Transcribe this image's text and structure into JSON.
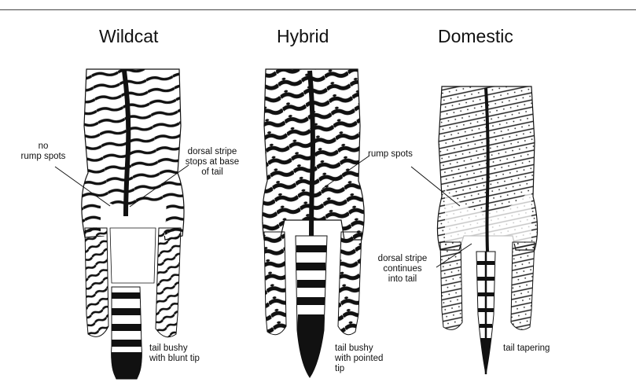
{
  "panels": [
    {
      "title": "Wildcat",
      "labels": {
        "rump": [
          "no",
          "rump spots"
        ],
        "stripe": [
          "dorsal stripe",
          "stops at base",
          "of tail"
        ],
        "tail": [
          "tail bushy",
          "with blunt tip"
        ]
      }
    },
    {
      "title": "Hybrid",
      "labels": {
        "rump": [
          "rump spots"
        ],
        "tail": [
          "tail bushy",
          "with pointed",
          "tip"
        ]
      }
    },
    {
      "title": "Domestic",
      "labels": {
        "stripe": [
          "dorsal stripe",
          "continues",
          "into tail"
        ],
        "tail": [
          "tail tapering"
        ]
      }
    }
  ]
}
